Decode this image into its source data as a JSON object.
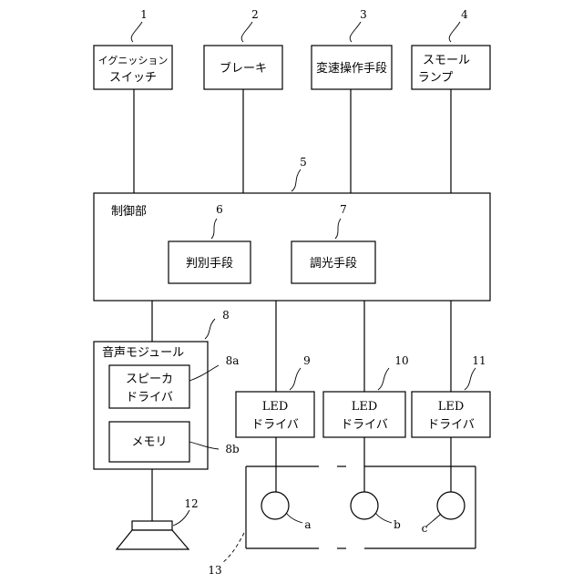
{
  "inputs": [
    {
      "num": "1",
      "line1": "イグニッション",
      "line2": "スイッチ"
    },
    {
      "num": "2",
      "line1": "ブレーキ"
    },
    {
      "num": "3",
      "line1": "変速操作手段"
    },
    {
      "num": "4",
      "line1": "スモール",
      "line2": "ランプ"
    }
  ],
  "controller": {
    "num": "5",
    "label": "制御部",
    "judge": {
      "num": "6",
      "label": "判別手段"
    },
    "dimmer": {
      "num": "7",
      "label": "調光手段"
    }
  },
  "audio": {
    "num": "8",
    "label": "音声モジュール",
    "speaker_driver": {
      "num": "8a",
      "line1": "スピーカ",
      "line2": "ドライバ"
    },
    "memory": {
      "num": "8b",
      "label": "メモリ"
    }
  },
  "led_drivers": [
    {
      "num": "9",
      "line1": "LED",
      "line2": "ドライバ"
    },
    {
      "num": "10",
      "line1": "LED",
      "line2": "ドライバ"
    },
    {
      "num": "11",
      "line1": "LED",
      "line2": "ドライバ"
    }
  ],
  "speaker": {
    "num": "12"
  },
  "lamp_unit": {
    "num": "13",
    "lamps": [
      {
        "label": "a"
      },
      {
        "label": "b"
      },
      {
        "label": "c"
      }
    ]
  }
}
